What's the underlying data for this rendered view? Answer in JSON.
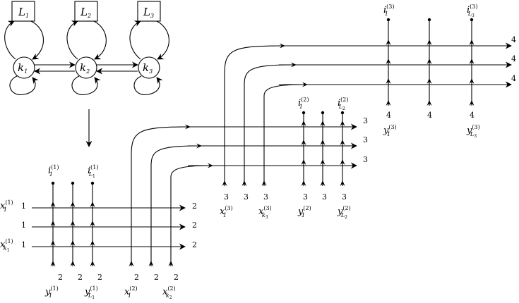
{
  "top_diagram": {
    "box_nodes": [
      "L",
      "L",
      "L"
    ],
    "box_subs": [
      "1",
      "2",
      "3"
    ],
    "circle_nodes": [
      "k",
      "k",
      "k"
    ],
    "circle_subs": [
      "1",
      "2",
      "3"
    ]
  },
  "lattice": {
    "stage1": {
      "left_labels": [
        {
          "base": "x",
          "sub": "1",
          "sup": "(1)",
          "num": "1"
        },
        {
          "base": "",
          "sub": "",
          "sup": "",
          "num": "1"
        },
        {
          "base": "x",
          "sub": "k",
          "subsub": "1",
          "sup": "(1)",
          "num": "1"
        }
      ],
      "right_labels": [
        "2",
        "2",
        "2"
      ],
      "top_labels": [
        {
          "base": "i",
          "sub": "1",
          "sup": "(1)"
        },
        {
          "base": "i",
          "sub": "L",
          "subsub": "1",
          "sup": "(1)"
        }
      ],
      "bottom_nums": [
        "2",
        "2",
        "2",
        "2",
        "2",
        "2"
      ],
      "bottom_labels": [
        {
          "base": "y",
          "sub": "1",
          "sup": "(1)"
        },
        {
          "base": "y",
          "sub": "L",
          "subsub": "1",
          "sup": "(1)"
        },
        {
          "base": "x",
          "sub": "1",
          "sup": "(2)"
        },
        {
          "base": "x",
          "sub": "k",
          "subsub": "2",
          "sup": "(2)"
        }
      ]
    },
    "stage2": {
      "right_labels": [
        "3",
        "3",
        "3"
      ],
      "top_labels": [
        {
          "base": "i",
          "sub": "1",
          "sup": "(2)"
        },
        {
          "base": "i",
          "sub": "L",
          "subsub": "2",
          "sup": "(2)"
        }
      ],
      "bottom_nums": [
        "3",
        "3",
        "3",
        "3",
        "3",
        "3"
      ],
      "bottom_labels": [
        {
          "base": "x",
          "sub": "1",
          "sup": "(3)"
        },
        {
          "base": "x",
          "sub": "k",
          "subsub": "3",
          "sup": "(3)"
        },
        {
          "base": "y",
          "sub": "1",
          "sup": "(2)"
        },
        {
          "base": "y",
          "sub": "L",
          "subsub": "2",
          "sup": "(2)"
        }
      ]
    },
    "stage3": {
      "right_labels": [
        "4",
        "4",
        "4"
      ],
      "top_labels": [
        {
          "base": "i",
          "sub": "1",
          "sup": "(3)"
        },
        {
          "base": "i",
          "sub": "L",
          "subsub": "3",
          "sup": "(3)"
        }
      ],
      "bottom_nums": [
        "4",
        "4",
        "4"
      ],
      "bottom_labels": [
        {
          "base": "y",
          "sub": "1",
          "sup": "(3)"
        },
        {
          "base": "y",
          "sub": "L",
          "subsub": "3",
          "sup": "(3)"
        }
      ]
    }
  }
}
